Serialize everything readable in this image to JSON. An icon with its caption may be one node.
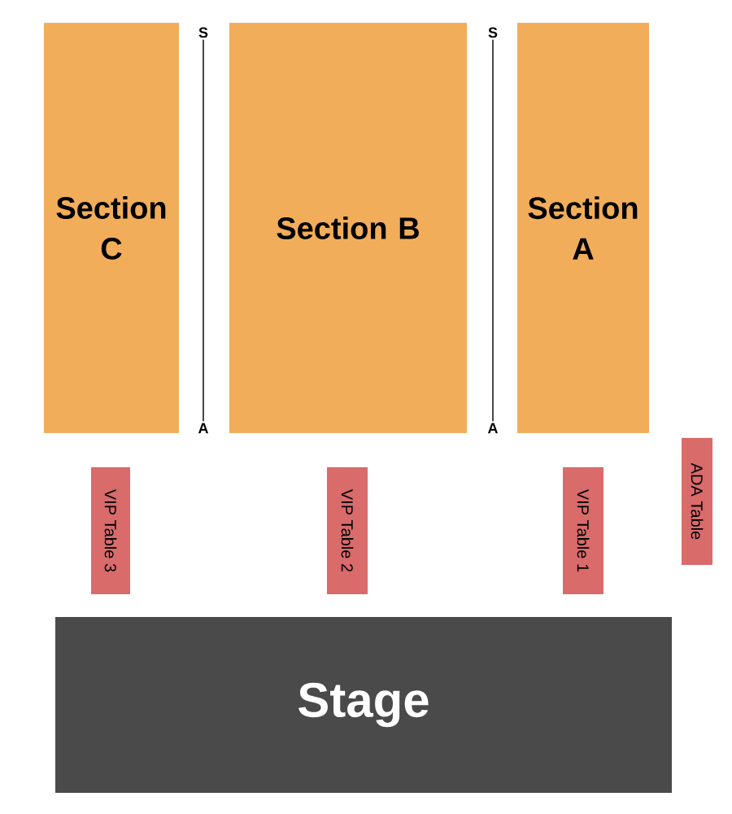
{
  "diagram": {
    "nodes": [
      {
        "text": [
          "Section C"
        ]
      },
      {
        "text": [
          "S"
        ]
      },
      {
        "text": [
          "A"
        ]
      },
      {
        "text": [
          "Section B"
        ]
      },
      {
        "text": [
          "S"
        ]
      },
      {
        "text": [
          "A"
        ]
      },
      {
        "text": [
          "Section A"
        ]
      },
      {
        "text": [
          "VIP Table 3"
        ]
      },
      {
        "text": [
          "VIP Table 2"
        ]
      },
      {
        "text": [
          "VIP Table 1"
        ]
      },
      {
        "text": [
          "ADA Table"
        ]
      },
      {
        "text": [
          "Stage"
        ]
      }
    ],
    "edges": [
      {
        "from": 1,
        "to": 2,
        "arrow": "none"
      },
      {
        "from": 4,
        "to": 5,
        "arrow": "none"
      }
    ]
  }
}
